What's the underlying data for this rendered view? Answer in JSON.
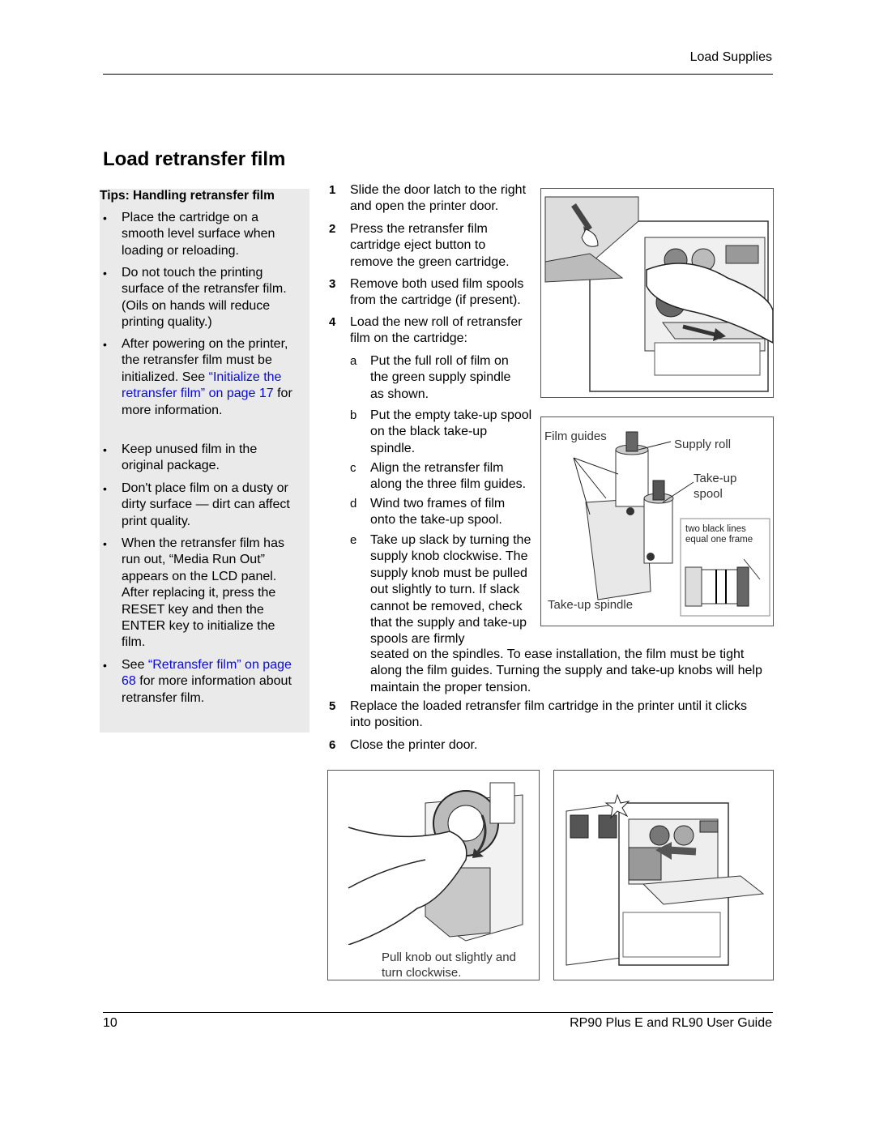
{
  "header": {
    "section": "Load Supplies"
  },
  "title": "Load retransfer film",
  "tips": {
    "heading": "Tips: Handling retransfer film",
    "items": [
      {
        "text": "Place the cartridge on a smooth level surface when loading or reloading."
      },
      {
        "text": "Do not touch the printing surface of the retransfer film. (Oils on hands will reduce printing quality.)"
      },
      {
        "pre": "After powering on the printer, the retransfer film must be initialized. See ",
        "link": "“Initialize the retransfer film” on page 17",
        "post": " for more information."
      },
      {
        "text": "Keep unused film in the original package."
      },
      {
        "text": "Don't place film on a dusty or dirty surface — dirt can affect print quality."
      },
      {
        "text": "When the retransfer film has run out, “Media Run Out” appears on the LCD panel. After replacing it, press the RESET key and then the ENTER key to initialize the film."
      },
      {
        "pre": "See ",
        "link": "“Retransfer film” on page 68",
        "post": " for more information about retransfer film."
      }
    ]
  },
  "steps": [
    {
      "num": "1",
      "text": "Slide the door latch to the right and open the printer door."
    },
    {
      "num": "2",
      "text": "Press the retransfer film cartridge eject button to remove the green cartridge."
    },
    {
      "num": "3",
      "text": "Remove both used film spools from the cartridge (if present)."
    },
    {
      "num": "4",
      "text": "Load the new roll of retransfer film on the cartridge:"
    },
    {
      "num": "5",
      "text": "Replace the loaded retransfer film cartridge in the printer until it clicks into position."
    },
    {
      "num": "6",
      "text": "Close the printer door."
    }
  ],
  "substeps": [
    {
      "letter": "a",
      "text": "Put the full roll of film on the green supply spindle as shown."
    },
    {
      "letter": "b",
      "text": "Put the empty take-up spool on the black take-up spindle."
    },
    {
      "letter": "c",
      "text": "Align the retransfer film along the three film guides."
    },
    {
      "letter": "d",
      "text": "Wind two frames of film onto the take-up spool."
    },
    {
      "letter": "e",
      "text": "Take up slack by turning the supply knob clockwise. The supply knob must be pulled out slightly to turn. If slack cannot be removed, check that the supply and take-up spools are firmly",
      "continued": "seated on the spindles. To ease installation, the film must be tight along the film guides. Turning the supply and take-up knobs will help maintain the proper tension."
    }
  ],
  "figure_cartridge": {
    "film_guides": "Film guides",
    "supply_roll": "Supply roll",
    "takeup_spool": "Take-up spool",
    "two_black_lines": "two black lines equal one frame",
    "takeup_spindle": "Take-up spindle"
  },
  "figure_knob": {
    "caption": "Pull knob out slightly and turn clockwise."
  },
  "footer": {
    "page_number": "10",
    "guide_title": "RP90 Plus E and RL90 User Guide"
  }
}
